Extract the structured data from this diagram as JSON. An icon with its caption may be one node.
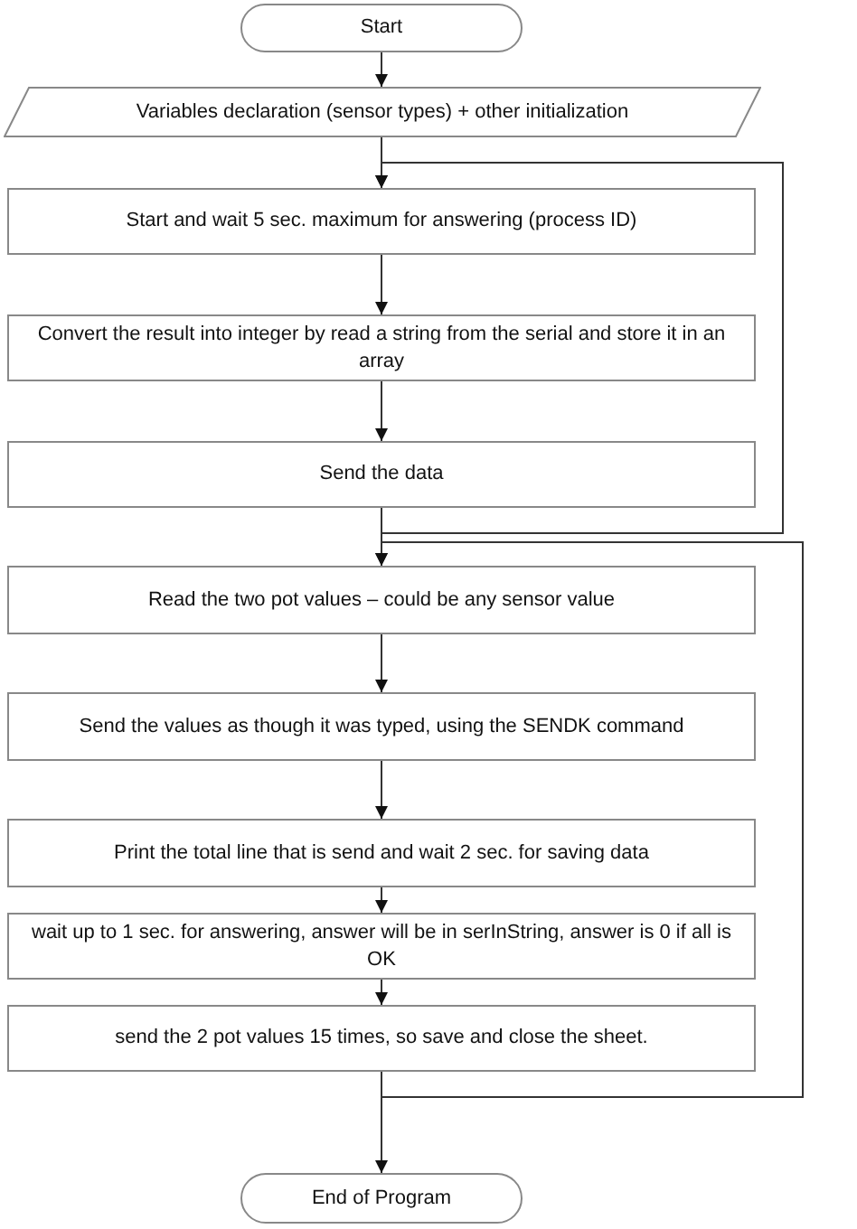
{
  "diagram": {
    "nodes": [
      {
        "text": [
          "Start"
        ]
      },
      {
        "text": [
          "Variables declaration (sensor types) + other initialization"
        ]
      },
      {
        "text": [
          "Start and wait 5 sec. maximum for answering (process ID)"
        ]
      },
      {
        "text": [
          "Convert the result into integer by read a string from the serial and store it in an array"
        ]
      },
      {
        "text": [
          "Send the data"
        ]
      },
      {
        "text": [
          "Read the two pot values – could be any sensor value"
        ]
      },
      {
        "text": [
          "Send the values as though it was typed, using the SENDK command"
        ]
      },
      {
        "text": [
          "Print the total line that is send and wait 2 sec. for saving data"
        ]
      },
      {
        "text": [
          "wait up to 1 sec. for answering, answer will be in serInString, answer is 0 if all is OK"
        ]
      },
      {
        "text": [
          "send the 2 pot values 15 times, so save and close the sheet."
        ]
      },
      {
        "text": [
          "End of Program"
        ]
      }
    ],
    "edges": [
      {
        "from": 0,
        "to": 1,
        "arrow": "to"
      },
      {
        "from": 1,
        "to": 2,
        "arrow": "to"
      },
      {
        "from": 2,
        "to": 3,
        "arrow": "to"
      },
      {
        "from": 3,
        "to": 4,
        "arrow": "to"
      },
      {
        "from": 4,
        "to": 2,
        "arrow": "to"
      },
      {
        "from": 4,
        "to": 5,
        "arrow": "to"
      },
      {
        "from": 5,
        "to": 6,
        "arrow": "to"
      },
      {
        "from": 6,
        "to": 7,
        "arrow": "to"
      },
      {
        "from": 7,
        "to": 8,
        "arrow": "to"
      },
      {
        "from": 8,
        "to": 9,
        "arrow": "to"
      },
      {
        "from": 9,
        "to": 5,
        "arrow": "to"
      },
      {
        "from": 9,
        "to": 10,
        "arrow": "to"
      }
    ]
  }
}
